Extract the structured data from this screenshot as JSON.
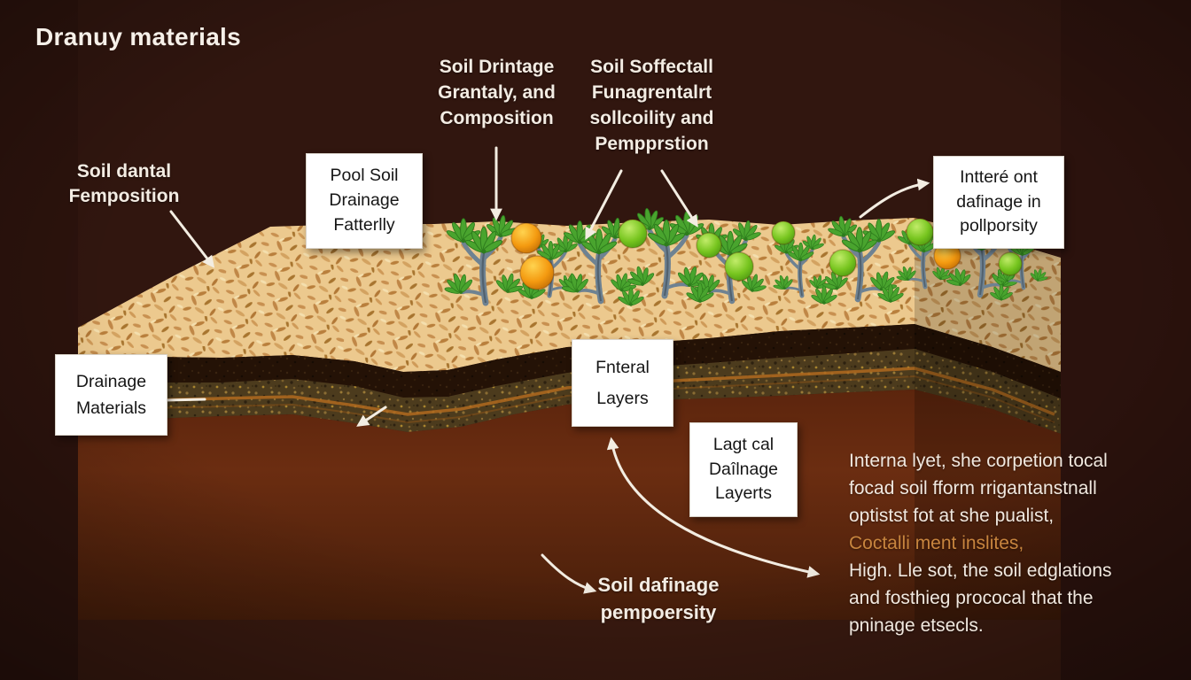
{
  "title": "Dranuy materials",
  "labels": {
    "left_composition": {
      "lines": [
        "Soil dantal",
        "Femposition"
      ]
    },
    "center_drainage": {
      "lines": [
        "Soil Drintage",
        "Grantaly, and",
        "Composition"
      ]
    },
    "center_soffectall": {
      "lines": [
        "Soil Soffectall",
        "Funagrentalrt",
        "sollcoility and",
        "Pempprstion"
      ]
    },
    "bottom_porosity": {
      "lines": [
        "Soil dafinage",
        "pempoersity"
      ]
    }
  },
  "boxes": {
    "pool_soil": {
      "lines": [
        "Pool Soil",
        "Drainage",
        "Fatterlly"
      ]
    },
    "internal_drainage": {
      "lines": [
        "Intteré ont",
        "dafinage in",
        "pollporsity"
      ]
    },
    "drainage_materials": {
      "lines": [
        "Drainage",
        "Materials"
      ]
    },
    "internal_layers": {
      "lines": [
        "Fnteral",
        "Layers"
      ]
    },
    "lateral_drainage": {
      "lines": [
        "Lagt cal",
        "Daîlnage",
        "Layerts"
      ]
    }
  },
  "paragraph": {
    "lines": [
      "Interna lyet, she corpetion tocal",
      "focad soil fform rrigantanstnall",
      "optistst fot at she pualist,",
      "Coctalli ment inslites,",
      "High. Lle sot, the soil edglations",
      "and fosthieg prococal that the",
      "pninage etsecls."
    ]
  },
  "colors": {
    "background": "#31160f",
    "sand_layer": "#ecc98e",
    "dark_band": "#241206",
    "speckle_band": "#4c3b1d",
    "front_face": "#662b10",
    "orange_streak": "#b06a1e",
    "arrow": "#f3ede2",
    "accent_text": "#c8853e",
    "box_background": "#ffffff",
    "plant_leaf": "#49a42e",
    "plant_stem": "#6e8292",
    "fruit_orange": "#f49a10",
    "fruit_green": "#77c51f"
  }
}
